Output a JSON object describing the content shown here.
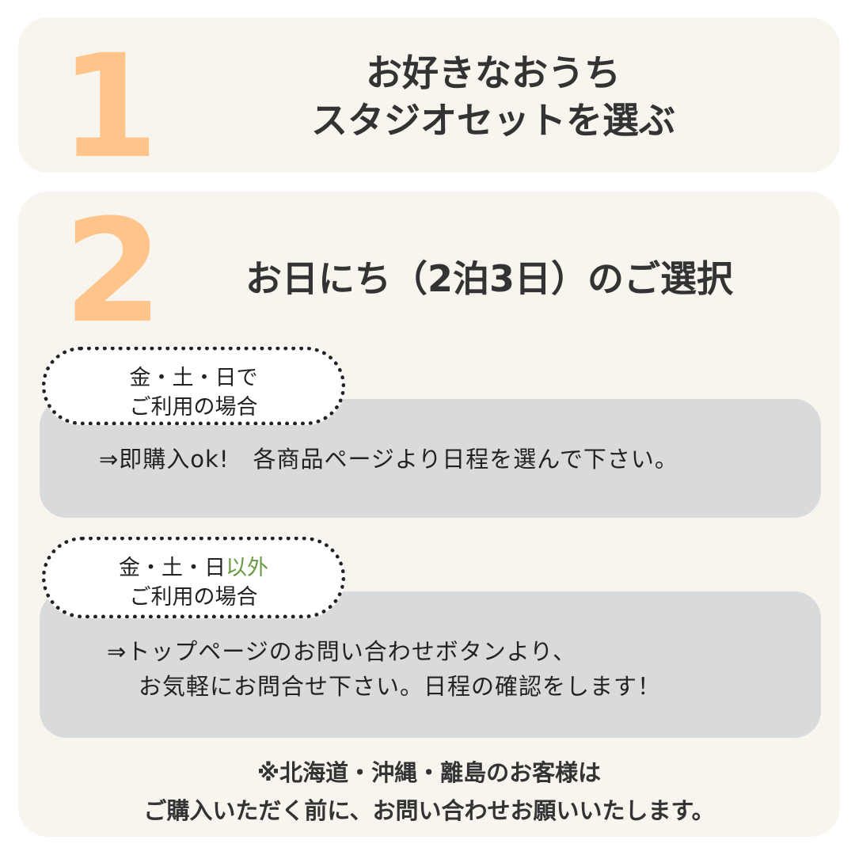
{
  "step1": {
    "number": "1",
    "title_line1": "お好きなおうち",
    "title_line2": "スタジオセットを選ぶ"
  },
  "step2": {
    "number": "2",
    "title": "お日にち（2泊3日）のご選択",
    "option1": {
      "bubble_line1": "金・土・日で",
      "bubble_line2": "ご利用の場合",
      "text": "⇒即購入ok!　各商品ページより日程を選んで下さい。"
    },
    "option2": {
      "bubble_line1_prefix": "金・土・日",
      "bubble_line1_highlight": "以外",
      "bubble_line2": "ご利用の場合",
      "text_line1": "⇒トップページのお問い合わせボタンより、",
      "text_line2": "お気軽にお問合せ下さい。日程の確認をします！"
    },
    "note_line1": "※北海道・沖縄・離島のお客様は",
    "note_line2": "ご購入いただく前に、お問い合わせお願いいたします。"
  },
  "colors": {
    "card_background": "#f8f5ee",
    "step_number": "#ffc48a",
    "option_box": "#d9dadb",
    "highlight_green": "#6a9a42",
    "text": "#333333"
  }
}
